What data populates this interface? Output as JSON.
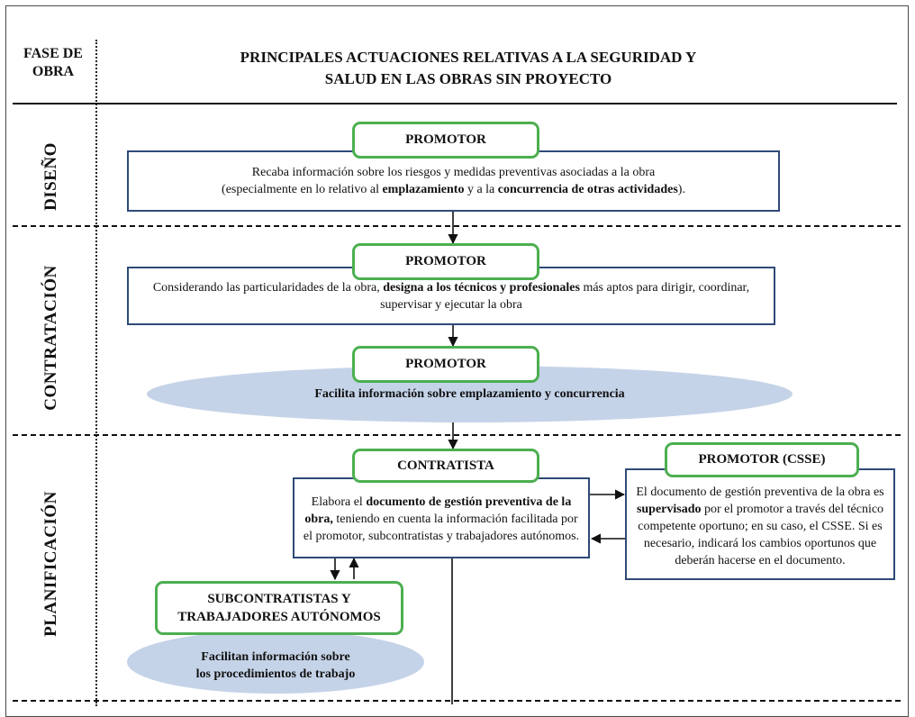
{
  "header": {
    "phase_col": "FASE DE OBRA",
    "title_line1": "PRINCIPALES ACTUACIONES RELATIVAS A LA SEGURIDAD Y",
    "title_line2": "SALUD EN  LAS OBRAS SIN PROYECTO"
  },
  "phases": {
    "design": "DISEÑO",
    "contracting": "CONTRATACIÓN",
    "planning": "PLANIFICACIÓN"
  },
  "design": {
    "promoter": "PROMOTOR",
    "text_a": "Recaba información sobre los riesgos y medidas preventivas asociadas a la obra",
    "text_b": "(especialmente en lo relativo al ",
    "text_c": "emplazamiento",
    "text_d": " y a la ",
    "text_e": "concurrencia de otras actividades",
    "text_f": ")."
  },
  "contracting": {
    "promoter1": "PROMOTOR",
    "text_a": "Considerando las particularidades de la obra, ",
    "text_b": "designa a los técnicos y profesionales",
    "text_c": " más aptos para dirigir, coordinar, supervisar y ejecutar la obra",
    "promoter2": "PROMOTOR",
    "ellipse_text": "Facilita información sobre emplazamiento y concurrencia"
  },
  "planning": {
    "contractor": "CONTRATISTA",
    "contractor_text_a": "Elabora el ",
    "contractor_text_b": "documento de gestión preventiva de la obra,",
    "contractor_text_c": " teniendo en cuenta la información facilitada por el promotor, subcontratistas y trabajadores autónomos.",
    "promoter_csse": "PROMOTOR (CSSE)",
    "csse_text_a": "El documento de gestión preventiva de la obra es ",
    "csse_text_b": "supervisado",
    "csse_text_c": " por el promotor a través del técnico competente oportuno; en su caso, el CSSE. Si es necesario, indicará los cambios oportunos que deberán hacerse en el documento.",
    "subcontractors_line1": "SUBCONTRATISTAS Y",
    "subcontractors_line2": "TRABAJADORES AUTÓNOMOS",
    "sub_ellipse_line1": "Facilitan información sobre",
    "sub_ellipse_line2": "los procedimientos de trabajo"
  }
}
